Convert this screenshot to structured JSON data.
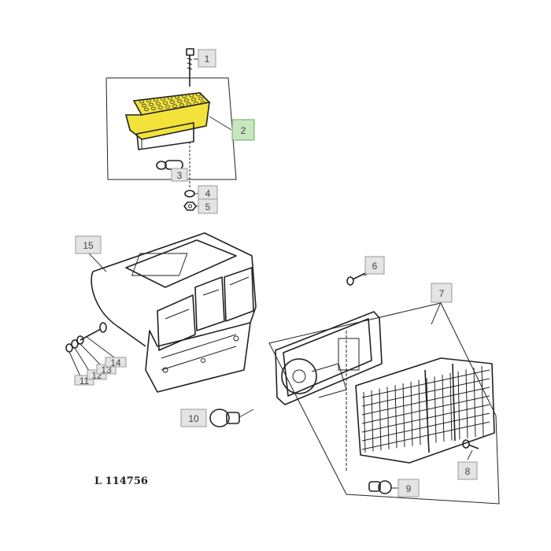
{
  "figure_ref": "L 114756",
  "callouts": [
    {
      "id": "1",
      "label": "1"
    },
    {
      "id": "2",
      "label": "2",
      "highlighted": true
    },
    {
      "id": "3",
      "label": "3"
    },
    {
      "id": "4",
      "label": "4"
    },
    {
      "id": "5",
      "label": "5"
    },
    {
      "id": "6",
      "label": "6"
    },
    {
      "id": "7",
      "label": "7"
    },
    {
      "id": "8",
      "label": "8"
    },
    {
      "id": "9",
      "label": "9"
    },
    {
      "id": "10",
      "label": "10"
    },
    {
      "id": "11",
      "label": "11"
    },
    {
      "id": "12",
      "label": "12"
    },
    {
      "id": "13",
      "label": "13"
    },
    {
      "id": "14",
      "label": "14"
    },
    {
      "id": "15",
      "label": "15"
    }
  ],
  "colors": {
    "highlight_part": "#f2e23a",
    "highlight_callout": "#c8e6c0",
    "callout_box": "#e4e4e4",
    "line": "#222222"
  }
}
